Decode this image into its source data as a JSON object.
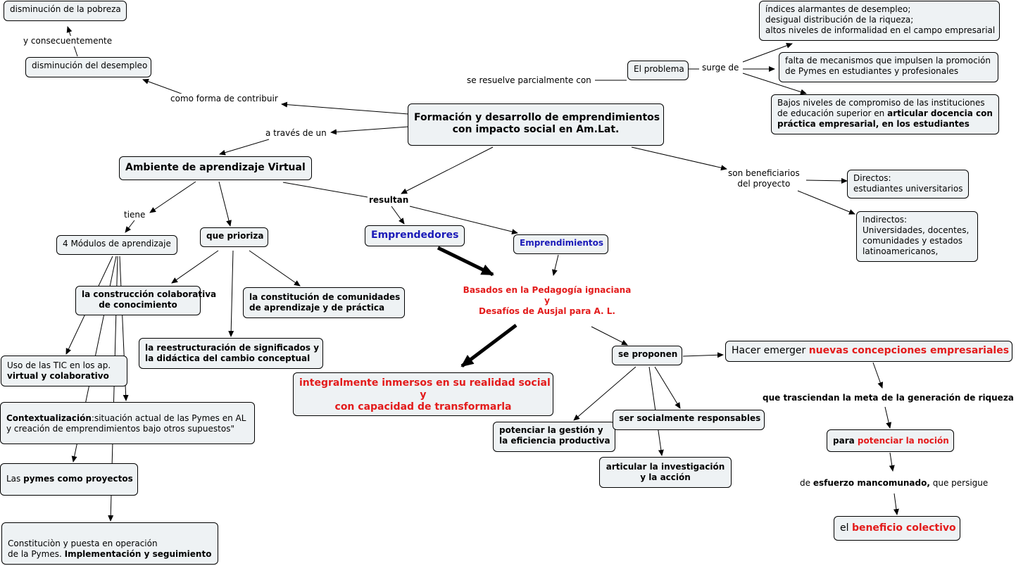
{
  "nodes": {
    "disminucion_pobreza": "disminución de la pobreza",
    "disminucion_desempleo": "disminución del desempleo",
    "problema": "El problema",
    "indices": [
      "índices alarmantes de desempleo;",
      "desigual distribución de la riqueza;",
      "altos niveles de informalidad en el campo empresarial"
    ],
    "falta": [
      "falta de mecanismos que impulsen la promoción",
      "de Pymes en  estudiantes y profesionales"
    ],
    "bajos": {
      "line1": "Bajos niveles de compromiso de las instituciones",
      "line2_pre": "de educación superior en ",
      "line2_bold": "articular docencia con",
      "line3_bold": "práctica empresarial, en los estudiantes"
    },
    "central": [
      "Formación y desarrollo de emprendimientos",
      "con impacto social en Am.Lat."
    ],
    "ambiente": "Ambiente de aprendizaje Virtual",
    "directos": [
      "Directos:",
      "estudiantes universitarios"
    ],
    "indirectos": [
      "Indirectos:",
      "Universidades, docentes,",
      "comunidades  y estados",
      "latinoamericanos,"
    ],
    "modulos": "4 Módulos de aprendizaje",
    "prioriza": "que prioriza",
    "emprendedores": "Emprendedores",
    "emprendimientos": "Emprendimientos",
    "construccion": [
      "la construcción colaborativa",
      "de conocimiento"
    ],
    "constitucion_comunidades": [
      "la constitución de comunidades",
      "de aprendizaje y de práctica"
    ],
    "reestructuracion": [
      "la reestructuración de significados y",
      "la didáctica del cambio conceptual"
    ],
    "uso_tic": {
      "line1": "Uso de las TIC en los ap.",
      "line2_bold": "virtual y colaborativo"
    },
    "contextualizacion": {
      "bold": "Contextualización",
      "rest": ":situación actual de las Pymes en AL",
      "line2": "y  creación de emprendimientos bajo otros supuestos\""
    },
    "pymes": {
      "pre": "Las ",
      "bold": "pymes como proyectos"
    },
    "constitucion_pymes": {
      "line1": "Constituciòn y puesta en operación",
      "line2_pre": "de la Pymes. ",
      "line2_bold": "Implementación y seguimiento"
    },
    "integralmente": [
      "integralmente inmersos en su realidad social",
      "y",
      "con capacidad de transformarla"
    ],
    "se_proponen": "se proponen",
    "hacer_emerger": {
      "pre": "Hacer emerger ",
      "red": "nuevas concepciones empresariales"
    },
    "potenciar_gestion": [
      "potenciar la gestión y",
      "la eficiencia productiva"
    ],
    "socialmente": "ser socialmente responsables",
    "articular": [
      "articular la investigación",
      "y la acción"
    ],
    "para_potenciar": {
      "pre": "para ",
      "red": "potenciar la noción"
    },
    "beneficio": {
      "pre": "el ",
      "red": "beneficio colectivo"
    }
  },
  "free_text": {
    "basados": [
      "Basados en la Pedagogía ignaciana",
      "y",
      "Desafíos de Ausjal para A. L."
    ],
    "trasciendan": "que trasciendan la meta de la generación de riqueza",
    "esfuerzo": {
      "pre": "de ",
      "bold": "esfuerzo mancomunado,",
      "post": " que persigue"
    }
  },
  "labels": {
    "consecuentemente": "y consecuentemente",
    "como_forma": "como forma de contribuir",
    "se_resuelve": "se resuelve parcialmente con",
    "surge_de": "surge de",
    "a_traves": "a través de un",
    "son_beneficiarios": [
      "son beneficiarios",
      "del proyecto"
    ],
    "resultan": "resultan",
    "tiene": "tiene"
  },
  "colors": {
    "node_fill": "#eef2f4",
    "red": "#e31b1b",
    "blue": "#1a1ab8"
  }
}
